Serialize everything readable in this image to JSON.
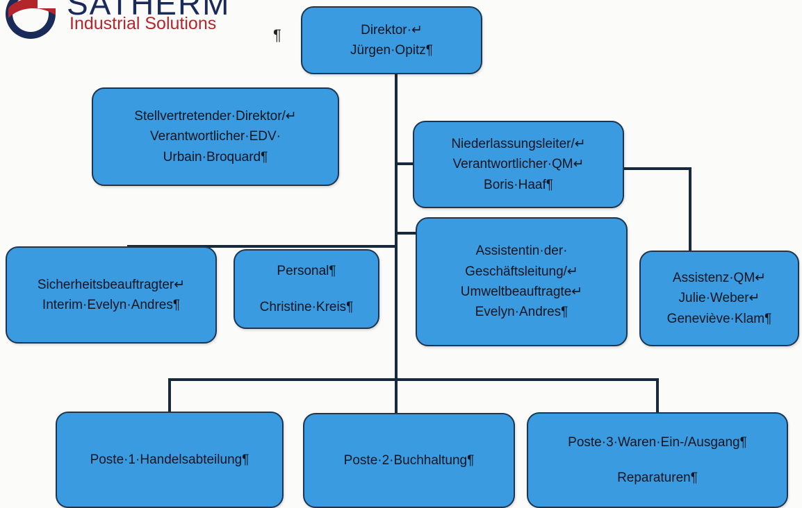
{
  "logo": {
    "name": "SATHERM",
    "tagline": "Industrial Solutions",
    "mark": "satherm-logo-icon",
    "colors": {
      "navy": "#1a2b5a",
      "red": "#b3262b"
    }
  },
  "colors": {
    "box_fill": "#3a9be0",
    "box_border": "#1c3550",
    "connector": "#162a3e"
  },
  "mark_after_logo": "¶",
  "nodes": {
    "director": [
      "Direktor·↵",
      "Jürgen·Opitz¶"
    ],
    "deputy": [
      "Stellvertretender·Direktor/↵",
      "Verantwortlicher·EDV·",
      "Urbain·Broquard¶"
    ],
    "branch_manager": [
      "Niederlassungsleiter/↵",
      "Verantwortlicher·QM↵",
      "Boris·Haaf¶"
    ],
    "safety": [
      "Sicherheitsbeauftragter↵",
      "Interim·Evelyn·Andres¶"
    ],
    "personnel": [
      "Personal¶",
      "Christine·Kreis¶"
    ],
    "assistant_mgmt": [
      "Assistentin·der·",
      "Geschäftsleitung/↵",
      "Umweltbeauftragte↵",
      "Evelyn·Andres¶"
    ],
    "assistant_qm": [
      "Assistenz·QM↵",
      "Julie·Weber↵",
      "Geneviève·Klam¶"
    ],
    "post1": [
      "Poste·1·Handelsabteilung¶"
    ],
    "post2": [
      "Poste·2·Buchhaltung¶"
    ],
    "post3": [
      "Poste·3·Waren·Ein-/Ausgang¶",
      "Reparaturen¶"
    ]
  }
}
